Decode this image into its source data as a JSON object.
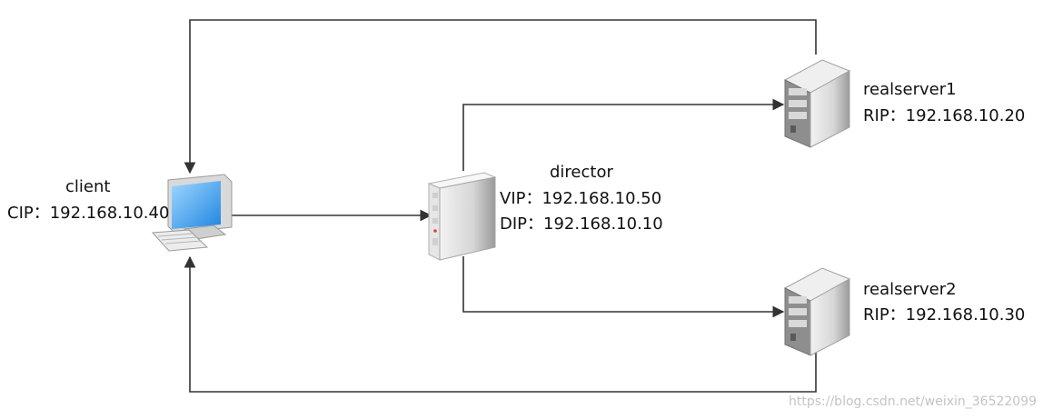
{
  "nodes": {
    "client": {
      "name": "client",
      "ip_line": "CIP：192.168.10.40"
    },
    "director": {
      "name": "director",
      "vip_line": "VIP：192.168.10.50",
      "dip_line": "DIP：192.168.10.10"
    },
    "realserver1": {
      "name": "realserver1",
      "ip_line": "RIP：192.168.10.20"
    },
    "realserver2": {
      "name": "realserver2",
      "ip_line": "RIP：192.168.10.30"
    }
  },
  "icons": {
    "client": "desktop-computer-icon",
    "director": "server-tower-icon",
    "realserver": "server-rack-icon"
  },
  "colors": {
    "line": "#333333",
    "text": "#111111",
    "watermark": "#c4c4c4"
  },
  "watermark": "https://blog.csdn.net/weixin_36522099"
}
